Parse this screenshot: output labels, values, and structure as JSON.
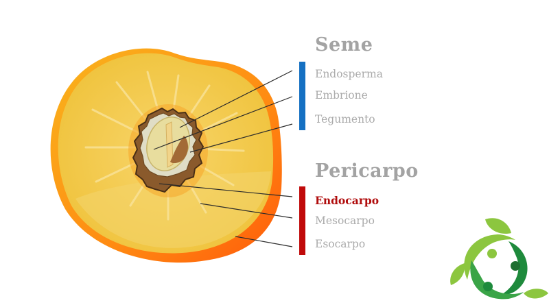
{
  "seed": {
    "heading": "Seme",
    "bar_color": "#1570c2",
    "labels": [
      "Endosperma",
      "Embrione",
      "Tegumento"
    ]
  },
  "pericarp": {
    "heading": "Pericarpo",
    "bar_color": "#c00a0a",
    "labels": [
      "Endocarpo",
      "Mesocarpo",
      "Esocarpo"
    ],
    "highlighted": "Endocarpo",
    "highlight_color": "#b00d0d"
  },
  "colors": {
    "flesh": "#f2c43a",
    "flesh_light": "#f5d76a",
    "skin": "#ff6a10",
    "skin_edge": "#f7a21b",
    "stone_outer": "#8a5a2c",
    "stone_inner": "#dedcc8",
    "seed": "#e9dc9a",
    "text_gray": "#aaaaaa",
    "logo_light": "#8cc63f",
    "logo_dark": "#1e8a3c"
  }
}
